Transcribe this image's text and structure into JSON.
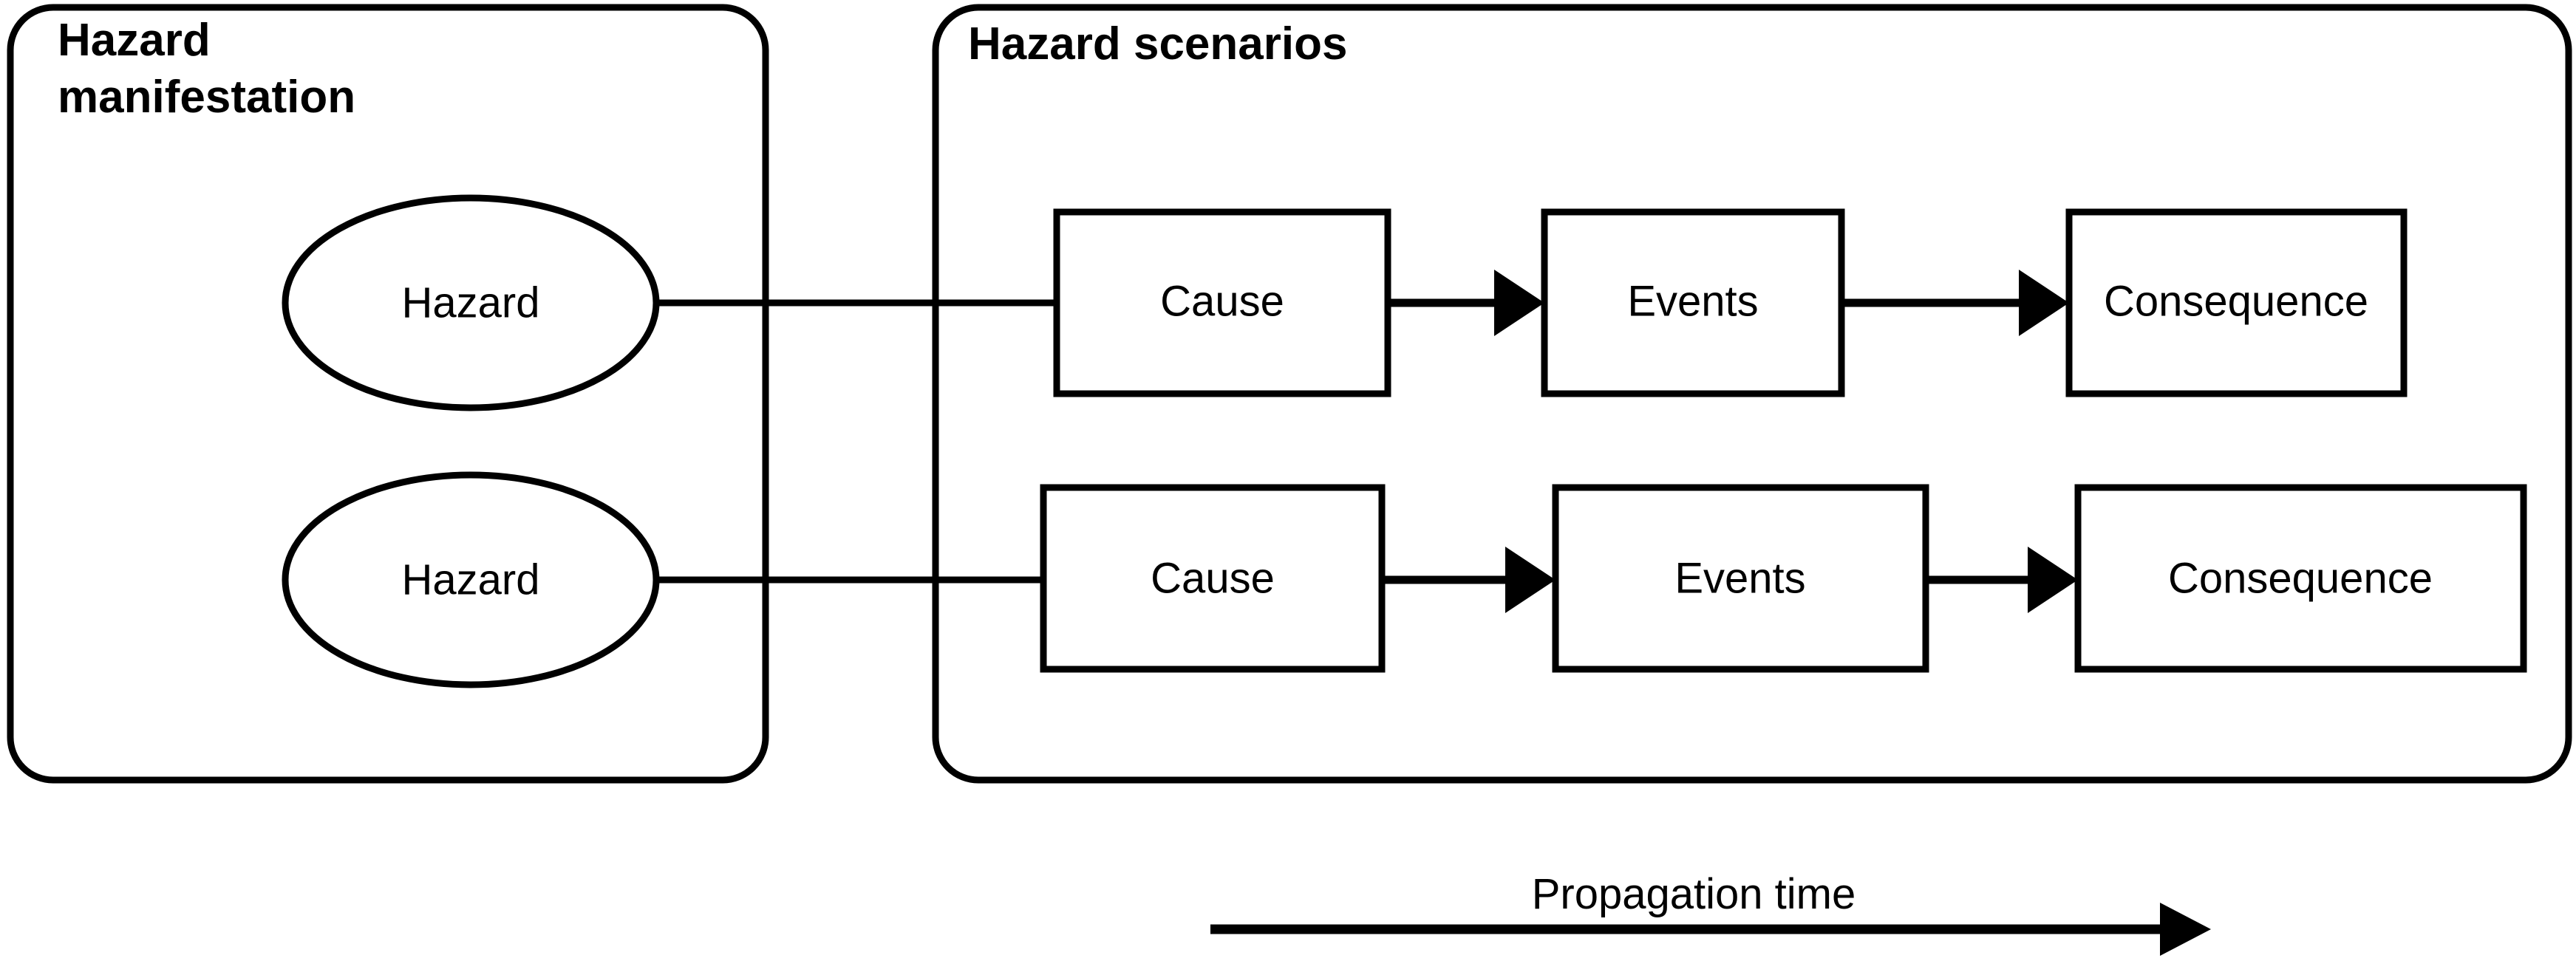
{
  "diagram": {
    "groups": [
      {
        "id": "hazard-manifestation",
        "title_line1": "Hazard",
        "title_line2": "manifestation"
      },
      {
        "id": "hazard-scenarios",
        "title": "Hazard scenarios"
      }
    ],
    "hazards": [
      {
        "label": "Hazard"
      },
      {
        "label": "Hazard"
      }
    ],
    "scenarios": [
      {
        "cause": "Cause",
        "events": "Events",
        "consequence": "Consequence"
      },
      {
        "cause": "Cause",
        "events": "Events",
        "consequence": "Consequence"
      }
    ],
    "timeline": {
      "label": "Propagation time"
    },
    "colors": {
      "stroke": "#000000",
      "fill": "#ffffff",
      "background": "#ffffff"
    }
  }
}
